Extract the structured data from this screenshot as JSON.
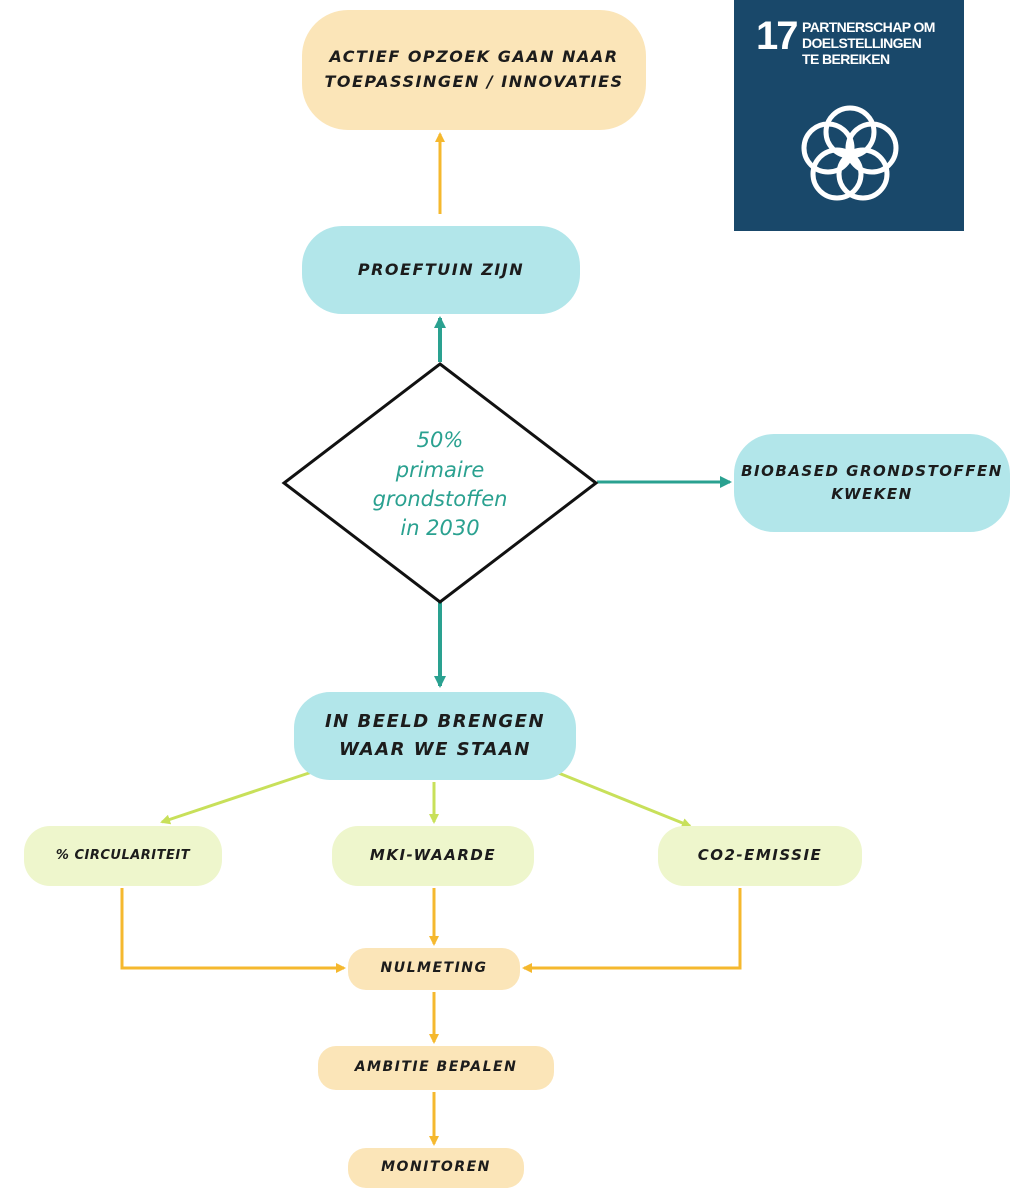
{
  "nodes": {
    "actief": "Actief opzoek gaan naar toepassingen / innovaties",
    "proeftuin": "Proeftuin zijn",
    "decision": "50%\nprimaire\ngrondstoffen\nin 2030",
    "biobased": "Biobased grondstoffen kweken",
    "inbeeld": "In beeld brengen waar we staan",
    "circulariteit": "% circulariteit",
    "mki": "MKI-waarde",
    "co2": "CO2-emissie",
    "nulmeting": "Nulmeting",
    "ambitie": "Ambitie bepalen",
    "monitoren": "Monitoren"
  },
  "sdg": {
    "number": "17",
    "title": "PARTNERSCHAP OM\nDOELSTELLINGEN\nTE BEREIKEN",
    "icon": "five-interlocking-rings-icon"
  },
  "colors": {
    "yellow_node": "#fbe5b8",
    "cyan_node": "#b2e6ea",
    "lime_node": "#eef6cc",
    "yellow_arrow": "#f5b82e",
    "teal_arrow": "#2aa190",
    "lime_arrow": "#c8e05a",
    "sdg_blue": "#19486a"
  }
}
